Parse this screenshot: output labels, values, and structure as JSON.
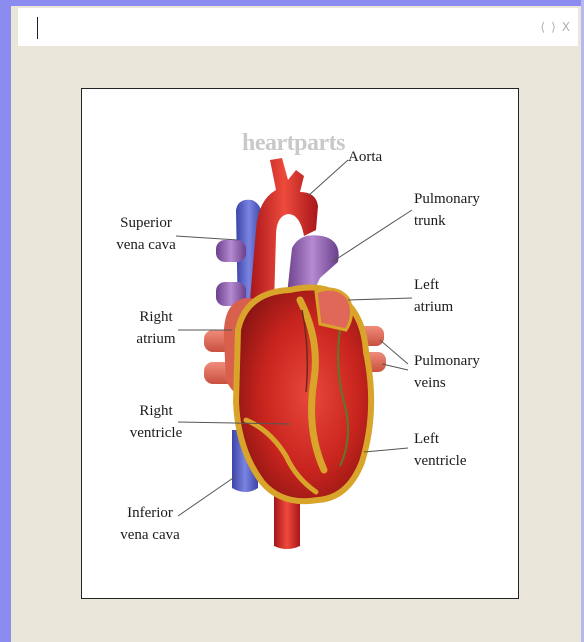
{
  "window": {
    "controls": {
      "prev": "⟨",
      "next": "⟩",
      "close": "X"
    }
  },
  "figure": {
    "watermark": "heartparts",
    "labels": {
      "aorta": "Aorta",
      "superior_vena_cava": [
        "Superior",
        "vena cava"
      ],
      "pulmonary_trunk": [
        "Pulmonary",
        "trunk"
      ],
      "left_atrium": [
        "Left",
        "atrium"
      ],
      "right_atrium": [
        "Right",
        "atrium"
      ],
      "pulmonary_veins": [
        "Pulmonary",
        "veins"
      ],
      "right_ventricle": [
        "Right",
        "ventricle"
      ],
      "left_ventricle": [
        "Left",
        "ventricle"
      ],
      "inferior_vena_cava": [
        "Inferior",
        "vena cava"
      ]
    }
  },
  "colors": {
    "frame_accent": "#8c8cf0",
    "background": "#eae7da",
    "heart_red": "#c8241e",
    "vein_blue": "#5a62c8",
    "vessel_purple": "#8a5aa8",
    "fat_yellow": "#d9a42a"
  }
}
